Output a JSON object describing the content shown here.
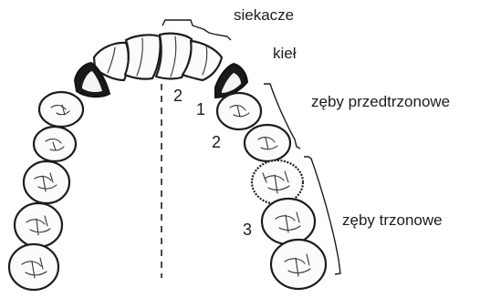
{
  "labels": {
    "incisors": "siekacze",
    "canine": "kieł",
    "premolars": "zęby przedtrzonowe",
    "molars": "zęby trzonowe"
  },
  "numbers": {
    "incisor_count": "2",
    "canine_count": "1",
    "premolar_count": "2",
    "molar_count": "3"
  },
  "colors": {
    "line": "#1d1d1d",
    "canine_fill": "#1a1a1a",
    "background": "#ffffff"
  }
}
